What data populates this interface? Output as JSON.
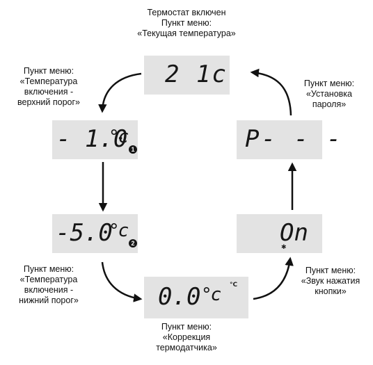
{
  "labels": {
    "top": [
      "Термостат включен",
      "Пункт меню:",
      "«Текущая температура»"
    ],
    "upper_left": [
      "Пункт меню:",
      "«Температура",
      "включения -",
      "верхний порог»"
    ],
    "upper_right": [
      "Пункт меню:",
      "«Установка",
      "пароля»"
    ],
    "lower_left": [
      "Пункт меню:",
      "«Температура",
      "включения -",
      "нижний порог»"
    ],
    "lower_right": [
      "Пункт меню:",
      "«Звук нажатия",
      "кнопки»"
    ],
    "bottom": [
      "Пункт меню:",
      "«Коррекция",
      "термодатчика»"
    ]
  },
  "screens": {
    "current_temp": {
      "display": "2 1c"
    },
    "upper_threshold": {
      "display": "- 1.0",
      "unit": "°c",
      "badge": "1"
    },
    "lower_threshold": {
      "display": "-5.0",
      "unit": "°c",
      "badge": "2"
    },
    "correction": {
      "display": "0.0",
      "unit": "°c",
      "indicator": "°C"
    },
    "sound": {
      "display": "On",
      "indicator": "✱"
    },
    "password": {
      "display": "P- - -"
    }
  }
}
